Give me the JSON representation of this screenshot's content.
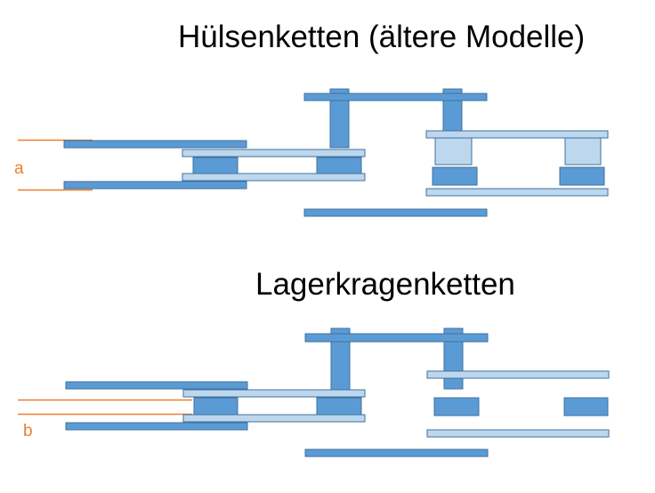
{
  "titles": {
    "top": "Hülsenketten (ältere Modelle)",
    "bottom": "Lagerkragenketten"
  },
  "dimension_labels": {
    "a": "a",
    "b": "b"
  },
  "colors": {
    "dark_blue_fill": "#5b9bd5",
    "dark_blue_stroke": "#41719c",
    "light_blue_fill": "#bdd7ee",
    "accent_orange": "#ed7d31"
  }
}
